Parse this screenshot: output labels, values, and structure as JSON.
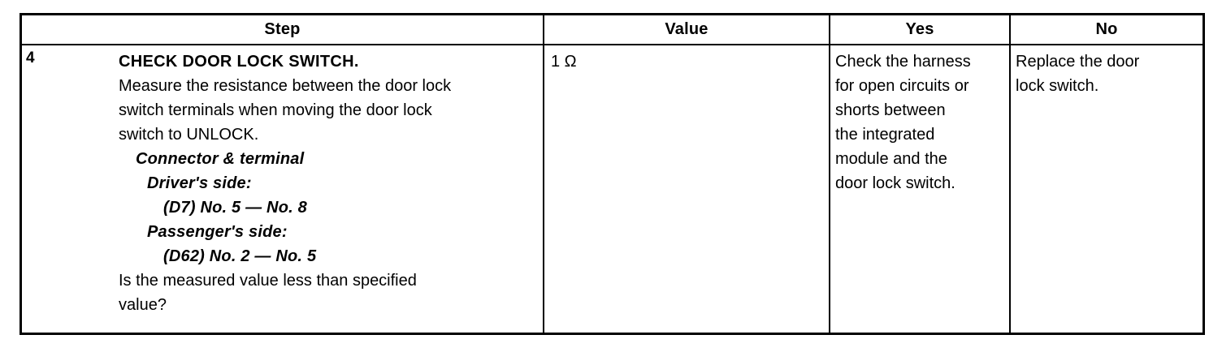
{
  "table": {
    "headers": {
      "step": "Step",
      "value": "Value",
      "yes": "Yes",
      "no": "No"
    },
    "row": {
      "number": "4",
      "step_lines": [
        {
          "text": "CHECK DOOR LOCK SWITCH.",
          "style": "bold",
          "indent": 0
        },
        {
          "text": "Measure the resistance between the door lock",
          "style": "normal",
          "indent": 0
        },
        {
          "text": "switch terminals when moving the door lock",
          "style": "normal",
          "indent": 0
        },
        {
          "text": "switch to UNLOCK.",
          "style": "normal",
          "indent": 0
        },
        {
          "text": "Connector & terminal",
          "style": "bold-italic",
          "indent": 1
        },
        {
          "text": "Driver's side:",
          "style": "bold-italic",
          "indent": 2
        },
        {
          "text": "(D7) No. 5 — No. 8",
          "style": "bold-italic",
          "indent": 3
        },
        {
          "text": "Passenger's side:",
          "style": "bold-italic",
          "indent": 2
        },
        {
          "text": "(D62) No. 2 — No. 5",
          "style": "bold-italic",
          "indent": 3
        },
        {
          "text": "Is the measured value less than specified",
          "style": "normal",
          "indent": 0
        },
        {
          "text": "value?",
          "style": "normal",
          "indent": 0
        }
      ],
      "value_text": "1 Ω",
      "yes_lines": [
        "Check the harness",
        "for open circuits or",
        "shorts between",
        "the integrated",
        "module and the",
        "door lock switch."
      ],
      "no_lines": [
        "Replace the door",
        "lock switch."
      ]
    }
  },
  "colors": {
    "ink": "#000000",
    "paper": "#ffffff"
  }
}
